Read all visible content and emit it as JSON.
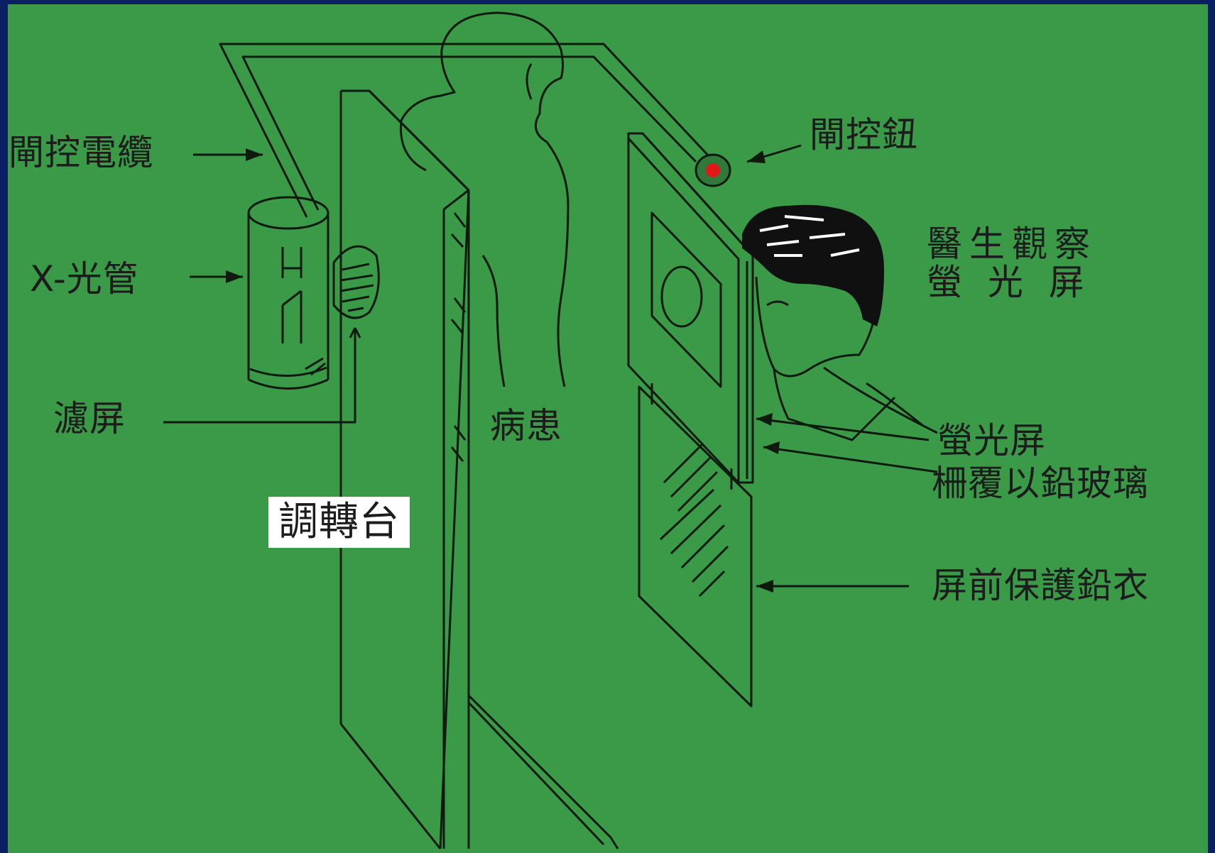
{
  "labels": {
    "switch_cable": "閘控電纜",
    "xray_tube": "X-光管",
    "filter": "濾屏",
    "turntable": "調轉台",
    "patient": "病患",
    "switch_button": "閘控鈕",
    "doctor_observe_line1": "醫生觀察",
    "doctor_observe_line2": "螢 光 屏",
    "fluorescent_screen": "螢光屏",
    "lead_glass": "柵覆以鉛玻璃",
    "lead_apron": "屏前保護鉛衣"
  },
  "colors": {
    "background_border": "#0b1f63",
    "panel_green": "#3a9a48",
    "line": "#0f1a0f",
    "button_red": "#e01818"
  }
}
